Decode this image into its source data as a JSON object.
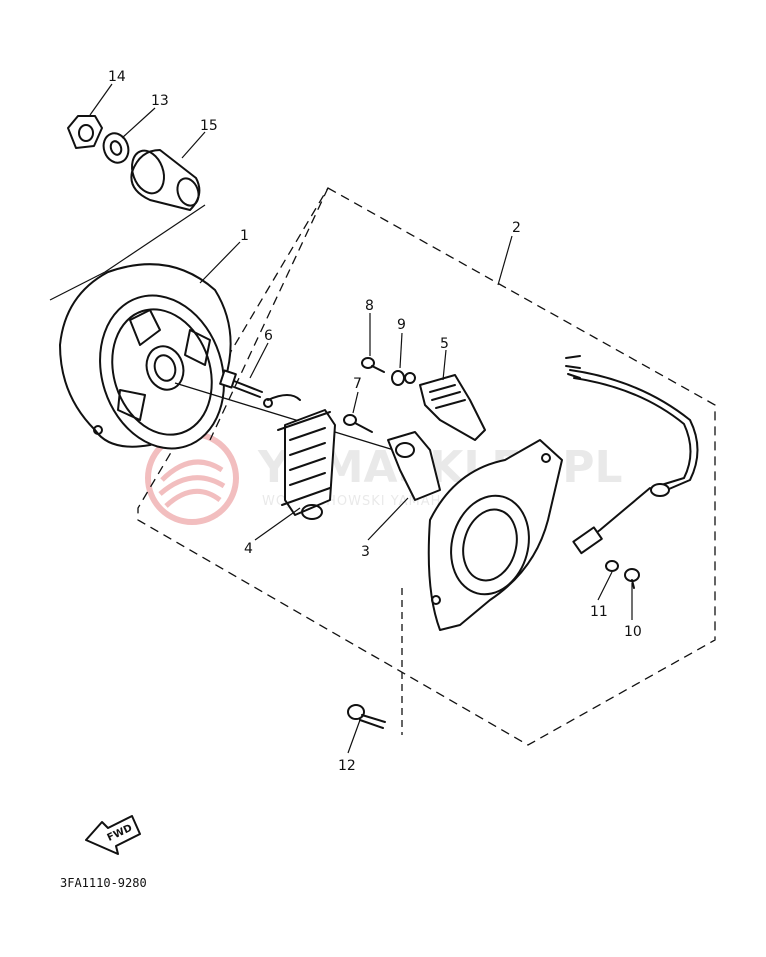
{
  "diagram": {
    "part_code": "3FA1110-9280",
    "direction_label": "FWD",
    "watermark": {
      "brand": "YAMASKLEP.PL",
      "tagline": "WOJCIECHOWSKI YAMAHA",
      "color": "#e8898b"
    },
    "callouts": [
      {
        "id": "c1",
        "number": "1"
      },
      {
        "id": "c2",
        "number": "2"
      },
      {
        "id": "c3",
        "number": "3"
      },
      {
        "id": "c4",
        "number": "4"
      },
      {
        "id": "c5",
        "number": "5"
      },
      {
        "id": "c6",
        "number": "6"
      },
      {
        "id": "c7",
        "number": "7"
      },
      {
        "id": "c8",
        "number": "8"
      },
      {
        "id": "c9",
        "number": "9"
      },
      {
        "id": "c10",
        "number": "10"
      },
      {
        "id": "c11",
        "number": "11"
      },
      {
        "id": "c12",
        "number": "12"
      },
      {
        "id": "c13",
        "number": "13"
      },
      {
        "id": "c14",
        "number": "14"
      },
      {
        "id": "c15",
        "number": "15"
      }
    ]
  }
}
